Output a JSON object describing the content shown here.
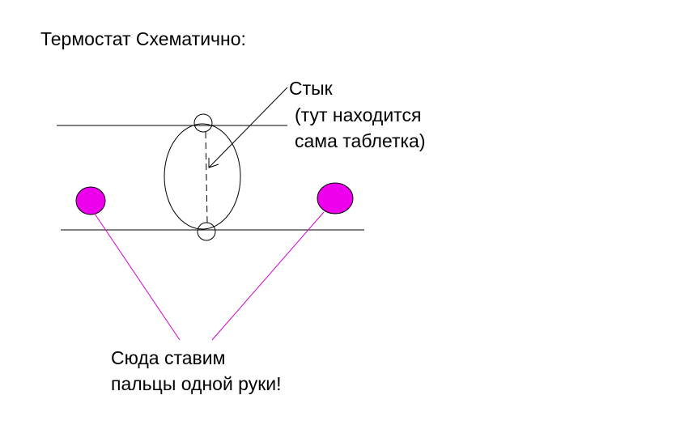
{
  "title": "Термостат Схематично:",
  "joint": {
    "label": "Стык",
    "note_line1": "(тут находится",
    "note_line2": "сама таблетка)"
  },
  "fingers": {
    "line1": "Сюда ставим",
    "line2": "пальцы одной руки!"
  },
  "colors": {
    "finger_spot": "#ee00ee",
    "finger_pointer": "#d000d0",
    "line": "#000000"
  }
}
